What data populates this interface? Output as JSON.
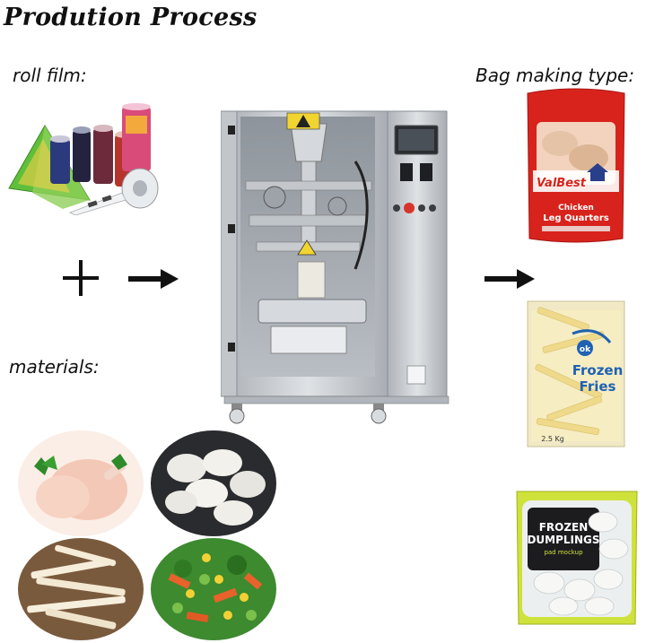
{
  "title": "Prodution  Process",
  "labels": {
    "roll_film": "roll  film:",
    "materials": "materials:",
    "bag_making": "Bag making type:"
  },
  "symbols": {
    "plus": "+",
    "arrow": "→"
  },
  "machine": {
    "screen_text": "",
    "plate_text": ""
  },
  "products": {
    "chicken_brand": "ValBest",
    "chicken_line1": "Chicken",
    "chicken_line2": "Leg Quarters",
    "fries_badge": "ok",
    "fries_line1": "Frozen",
    "fries_line2": "Fries",
    "fries_weight": "2.5 Kg",
    "dumpling_line1": "FROZEN",
    "dumpling_line2": "DUMPLINGS",
    "dumpling_sub": "pad mockup"
  },
  "colors": {
    "machine_steel": "#c9cdd2",
    "chicken_bag": "#d8231c",
    "fries_blue": "#1f62b3",
    "dumpling_green": "#cfe23b"
  },
  "icons": [
    "plus-icon",
    "arrow-right-icon",
    "arrow-right-icon"
  ]
}
